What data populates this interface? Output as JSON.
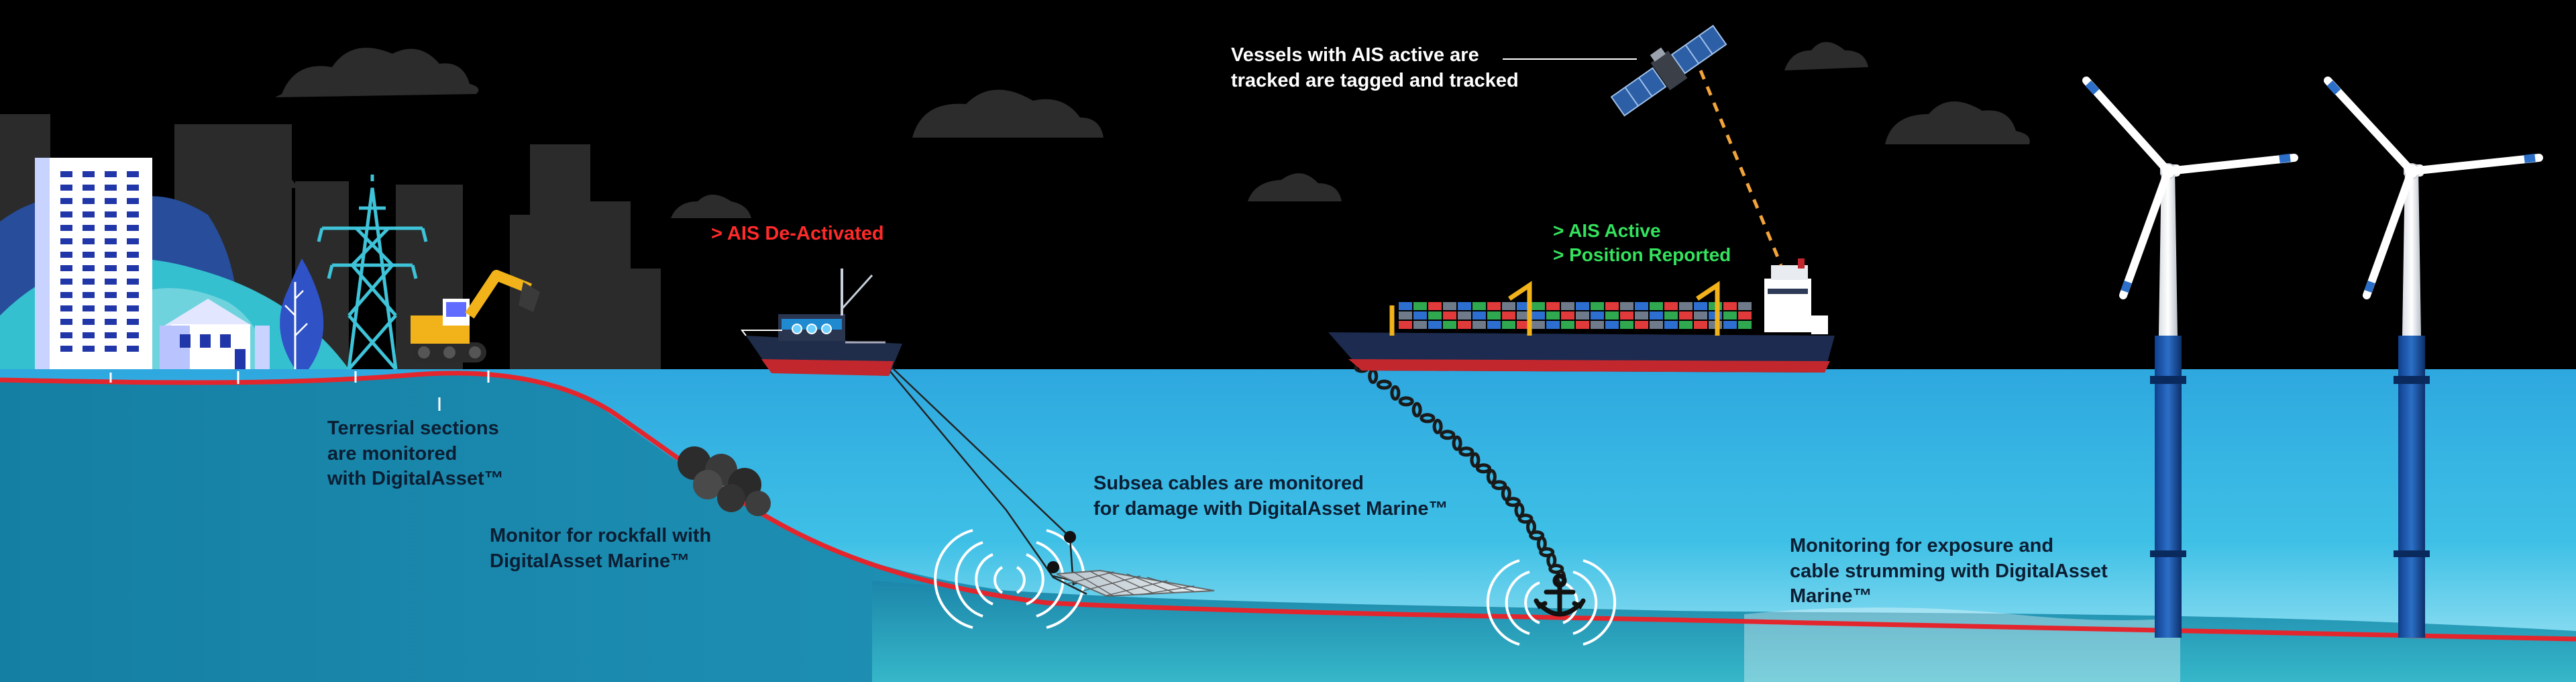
{
  "labels": {
    "ais_tracking": [
      "Vessels with AIS active are",
      "tracked are tagged and tracked"
    ],
    "ais_deactivated": "> AIS De-Activated",
    "ais_active": "> AIS Active",
    "position_reported": "> Position Reported",
    "terrestrial": [
      "Terresrial sections",
      "are monitored",
      "with DigitalAsset™"
    ],
    "rockfall": [
      "Monitor for rockfall with",
      "DigitalAsset Marine™"
    ],
    "subsea_damage": [
      "Subsea cables are monitored",
      "for damage with DigitalAsset Marine™"
    ],
    "strumming": [
      "Monitoring for exposure and",
      "cable strumming with DigitalAsset",
      "Marine™"
    ]
  },
  "colors": {
    "sky": "#000000",
    "sea_top": "#29a3dc",
    "seabed": "#1f8fb0",
    "cable": "#e3262d",
    "label_dark": "#0b1e33",
    "warning_red": "#ff2a2a",
    "status_green": "#34e25d"
  },
  "icons": [
    "satellite-icon",
    "container-ship-icon",
    "fishing-boat-icon",
    "wind-turbine-icon",
    "excavator-icon",
    "pylon-icon",
    "anchor-icon",
    "house-icon",
    "rockfall-icon",
    "sonar-icon",
    "fishing-net-icon"
  ]
}
